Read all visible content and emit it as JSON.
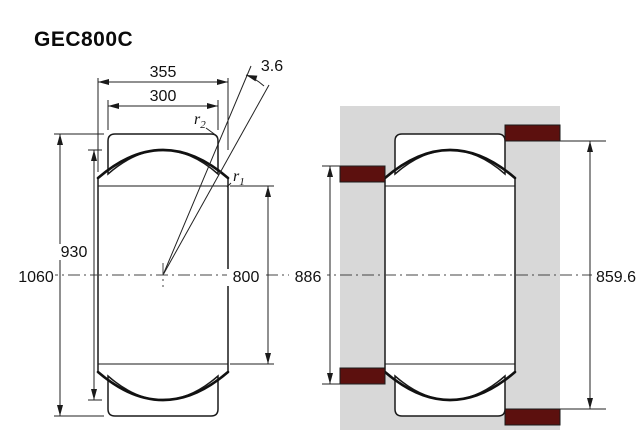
{
  "title": "GEC800C",
  "colors": {
    "outer_ring_fill": "#dd6743",
    "locating_ring_fill": "#5c100e",
    "housing_fill": "#d8d8d8",
    "line": "#1a1a1a"
  },
  "left_view": {
    "description": "spherical plain bearing cross-section",
    "dims": {
      "inner_ring_width": "355",
      "outer_ring_width": "300",
      "tilt_angle": "3.6",
      "outer_diameter": "1060",
      "sphere_diameter": "930",
      "bore_diameter": "800",
      "outer_chamfer_symbol": "r",
      "outer_chamfer_sub": "2",
      "inner_chamfer_symbol": "r",
      "inner_chamfer_sub": "1"
    }
  },
  "right_view": {
    "description": "mounting arrangement section",
    "dims": {
      "shaft_abutment_diameter": "886",
      "housing_abutment_diameter": "859.6"
    }
  }
}
